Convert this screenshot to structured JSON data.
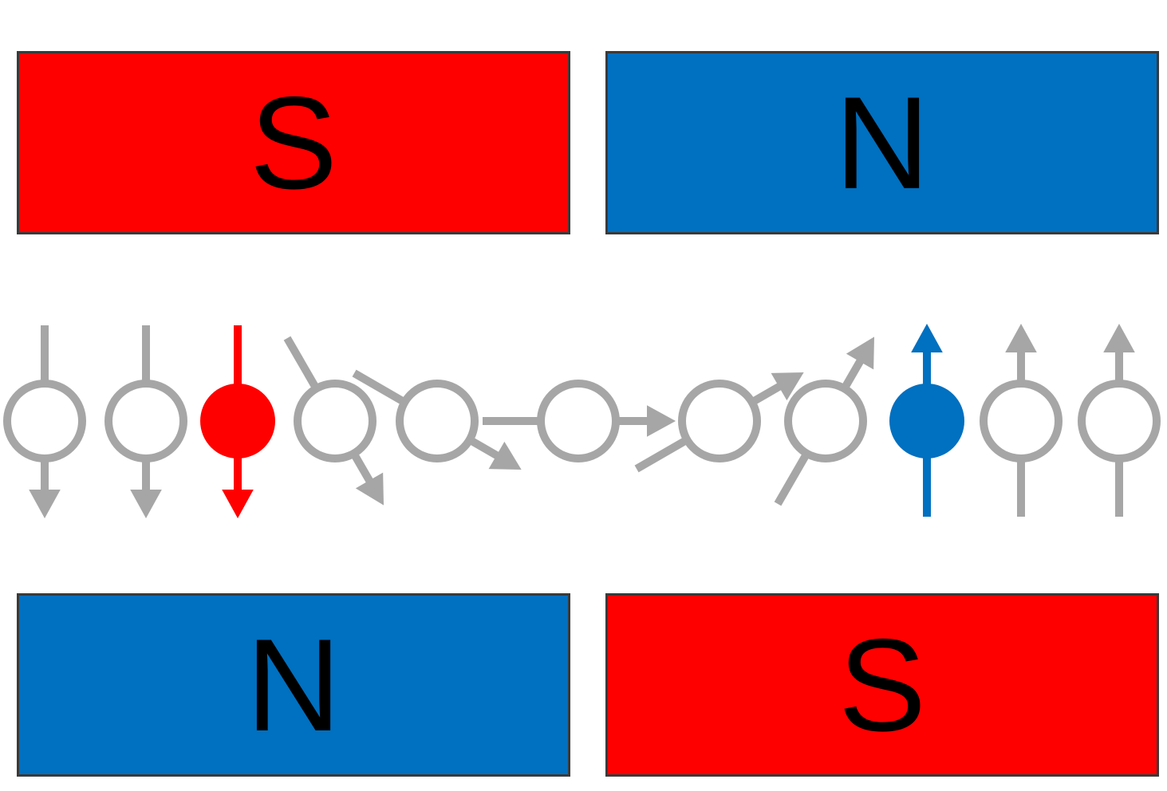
{
  "colors": {
    "south": "#ff0000",
    "north": "#0070c0",
    "spin_neutral": "#a6a6a6",
    "spin_south_highlight": "#ff0000",
    "spin_north_highlight": "#0070c0"
  },
  "magnets": {
    "top_left": {
      "pole": "S",
      "pole_type": "south"
    },
    "top_right": {
      "pole": "N",
      "pole_type": "north"
    },
    "bottom_left": {
      "pole": "N",
      "pole_type": "north"
    },
    "bottom_right": {
      "pole": "S",
      "pole_type": "south"
    }
  },
  "spin_chain": [
    {
      "angle_deg": -90,
      "highlight": "none"
    },
    {
      "angle_deg": -90,
      "highlight": "none"
    },
    {
      "angle_deg": -90,
      "highlight": "south"
    },
    {
      "angle_deg": -60,
      "highlight": "none"
    },
    {
      "angle_deg": -30,
      "highlight": "none"
    },
    {
      "angle_deg": 0,
      "highlight": "none"
    },
    {
      "angle_deg": 30,
      "highlight": "none"
    },
    {
      "angle_deg": 60,
      "highlight": "none"
    },
    {
      "angle_deg": 90,
      "highlight": "north"
    },
    {
      "angle_deg": 90,
      "highlight": "none"
    },
    {
      "angle_deg": 90,
      "highlight": "none"
    }
  ]
}
